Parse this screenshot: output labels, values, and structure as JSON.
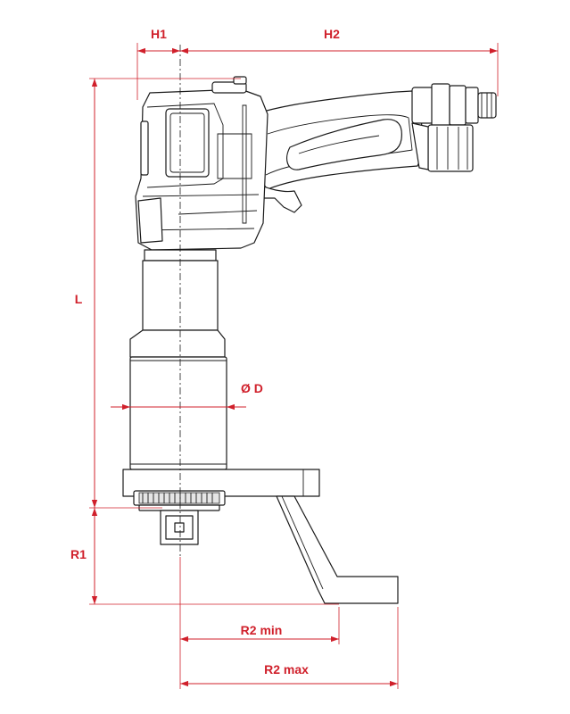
{
  "colors": {
    "dimension": "#d0202b",
    "outline": "#1a1a1a",
    "background": "#ffffff"
  },
  "labels": {
    "h1": "H1",
    "h2": "H2",
    "length": "L",
    "diameter": "Ø D",
    "r1": "R1",
    "r2_min": "R2 min",
    "r2_max": "R2 max"
  }
}
